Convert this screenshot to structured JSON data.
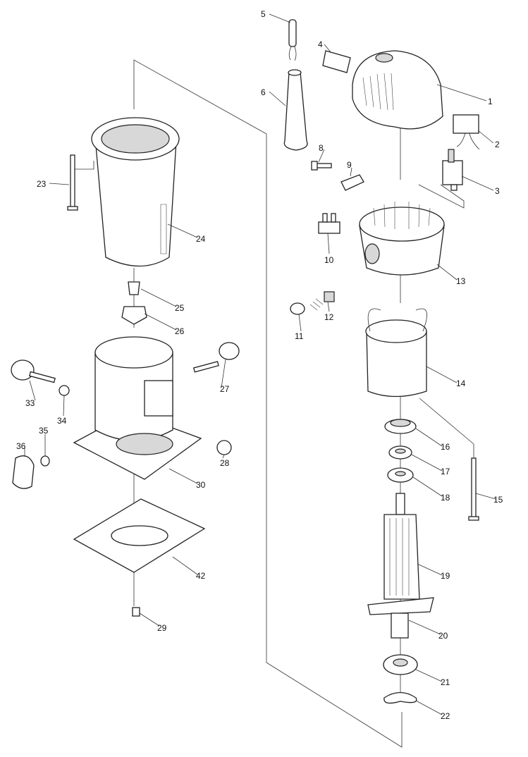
{
  "diagram": {
    "title": "Exploded parts diagram",
    "parts": [
      {
        "no": "1"
      },
      {
        "no": "2"
      },
      {
        "no": "3"
      },
      {
        "no": "4"
      },
      {
        "no": "5"
      },
      {
        "no": "6"
      },
      {
        "no": "8"
      },
      {
        "no": "9"
      },
      {
        "no": "10"
      },
      {
        "no": "11"
      },
      {
        "no": "12"
      },
      {
        "no": "13"
      },
      {
        "no": "14"
      },
      {
        "no": "15"
      },
      {
        "no": "16"
      },
      {
        "no": "17"
      },
      {
        "no": "18"
      },
      {
        "no": "19"
      },
      {
        "no": "20"
      },
      {
        "no": "21"
      },
      {
        "no": "22"
      },
      {
        "no": "23"
      },
      {
        "no": "24"
      },
      {
        "no": "25"
      },
      {
        "no": "26"
      },
      {
        "no": "27"
      },
      {
        "no": "28"
      },
      {
        "no": "29"
      },
      {
        "no": "30"
      },
      {
        "no": "33"
      },
      {
        "no": "34"
      },
      {
        "no": "35"
      },
      {
        "no": "36"
      },
      {
        "no": "42"
      }
    ]
  }
}
